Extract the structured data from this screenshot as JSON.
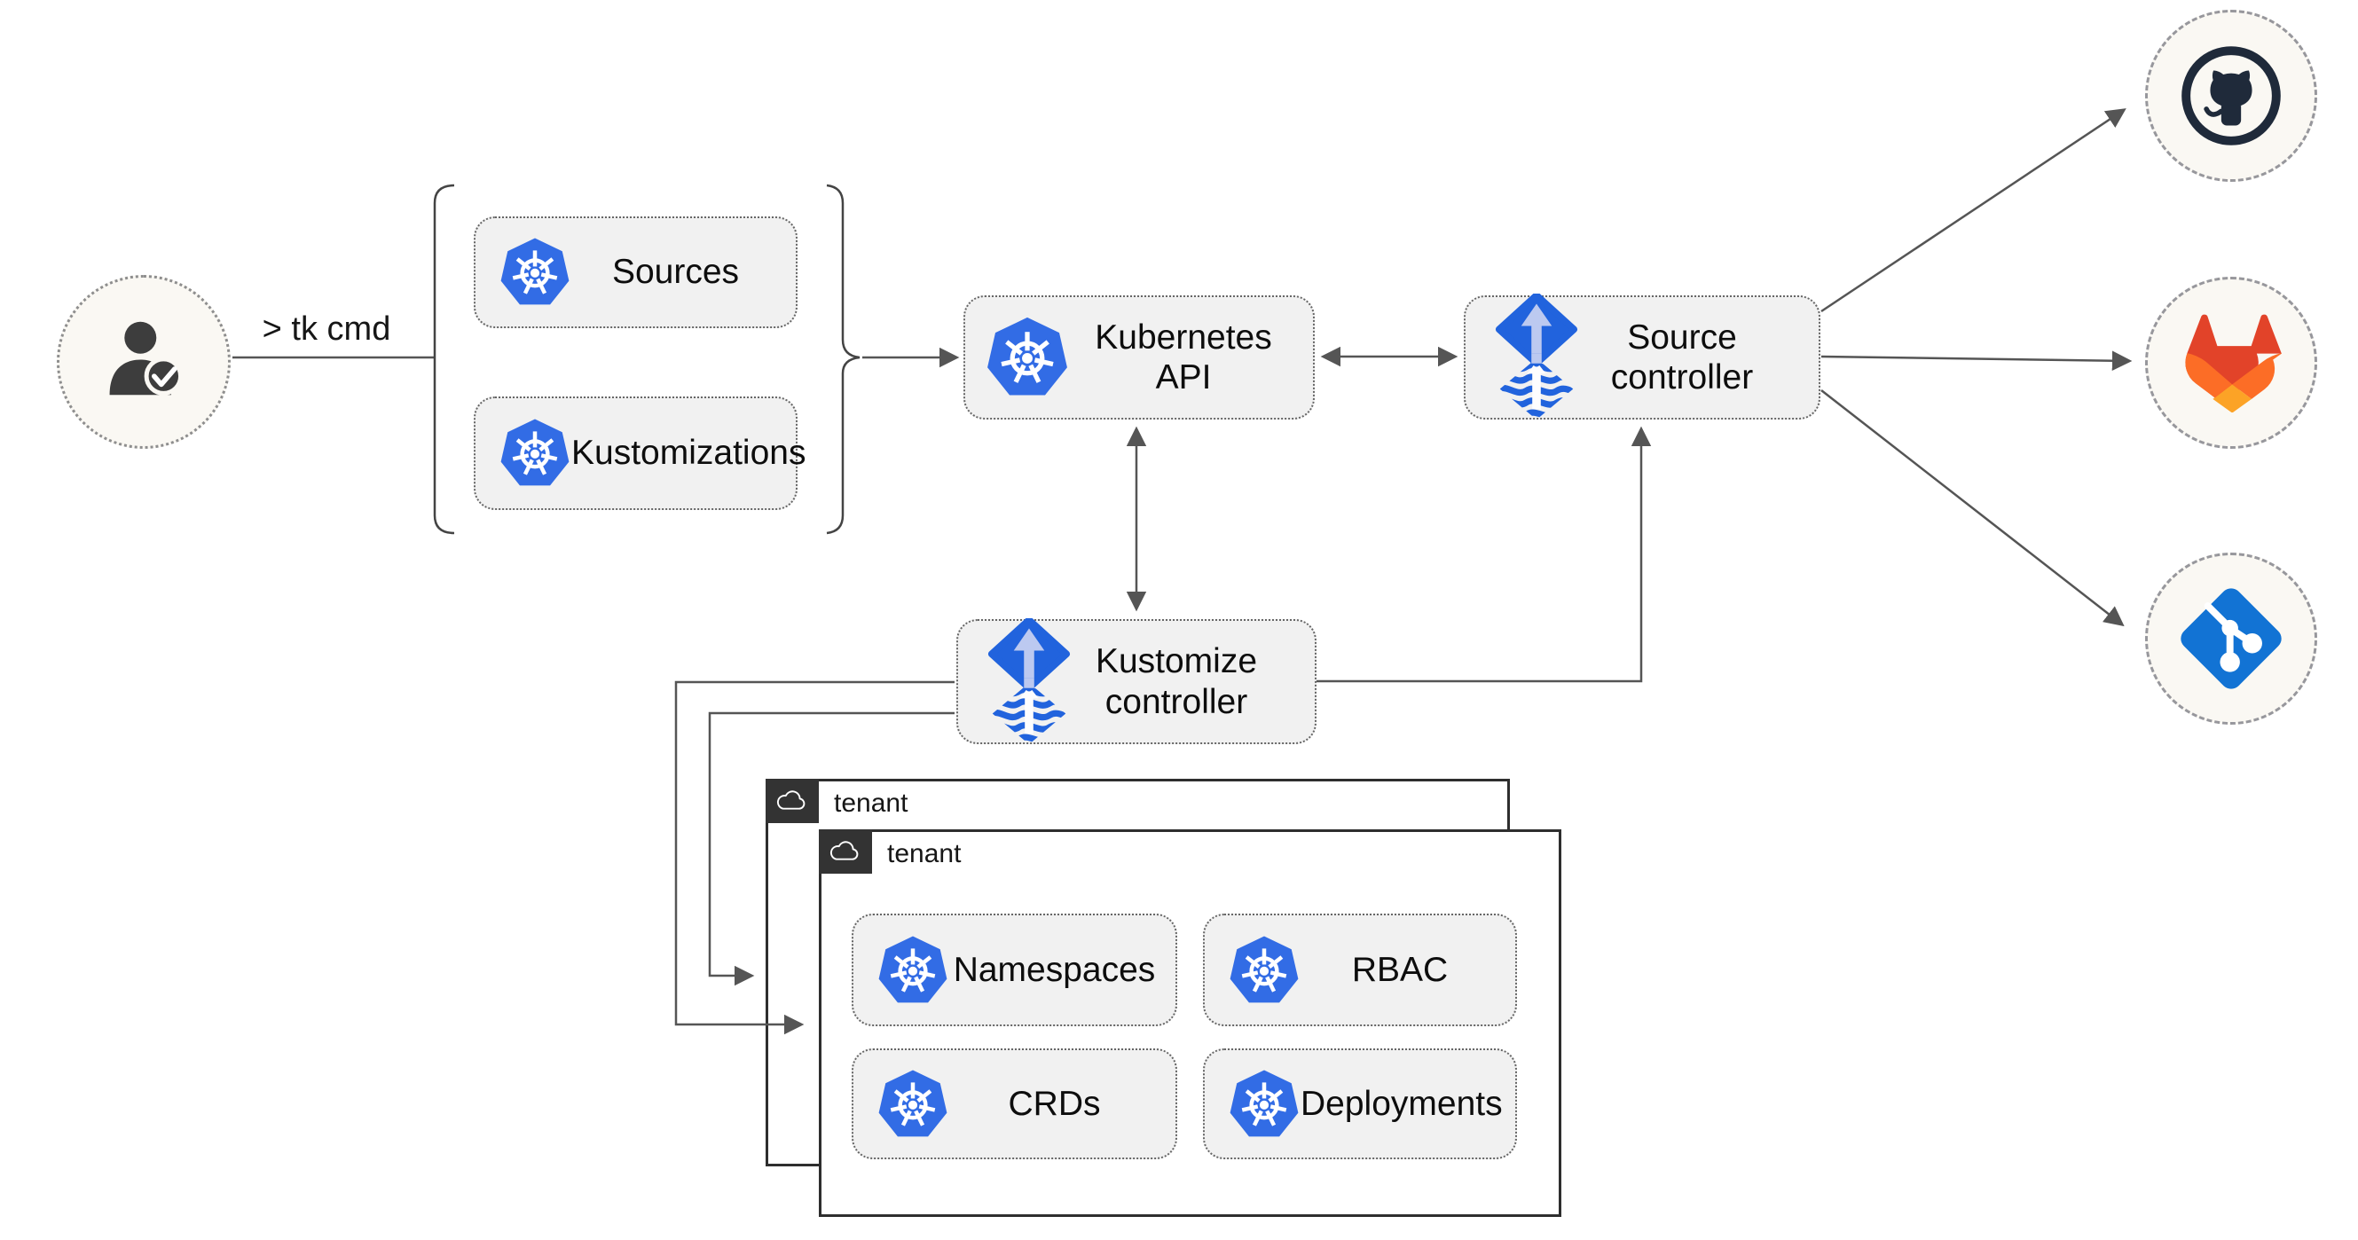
{
  "cli": {
    "label": "> tk cmd"
  },
  "actor": {
    "icon": "user-check-icon"
  },
  "crd_group": {
    "sources": {
      "label": "Sources",
      "icon": "kubernetes-icon"
    },
    "kustomizations": {
      "label": "Kustomizations",
      "icon": "kubernetes-icon"
    }
  },
  "cluster": {
    "kubernetes_api": {
      "label": "Kubernetes API",
      "icon": "kubernetes-icon"
    },
    "source_controller": {
      "label": "Source controller",
      "icon": "flux-icon"
    },
    "kustomize_controller": {
      "label": "Kustomize controller",
      "icon": "flux-icon"
    }
  },
  "tenants": [
    {
      "label": "tenant",
      "icon": "cloud-icon",
      "position": "back"
    },
    {
      "label": "tenant",
      "icon": "cloud-icon",
      "position": "front",
      "resources": [
        {
          "label": "Namespaces",
          "icon": "kubernetes-icon"
        },
        {
          "label": "RBAC",
          "icon": "kubernetes-icon"
        },
        {
          "label": "CRDs",
          "icon": "kubernetes-icon"
        },
        {
          "label": "Deployments",
          "icon": "kubernetes-icon"
        }
      ]
    }
  ],
  "remotes": [
    {
      "name": "github",
      "icon": "github-icon"
    },
    {
      "name": "gitlab",
      "icon": "gitlab-icon"
    },
    {
      "name": "git",
      "icon": "git-icon"
    }
  ],
  "colors": {
    "kubernetes_blue": "#326ce5",
    "flux_blue": "#2163dd",
    "flux_arrow_light": "#bcc9f0",
    "node_fill": "#f1f1f1",
    "node_border": "#666666",
    "connector": "#555555",
    "tenant_tab": "#333333",
    "tenant_border": "#2e2e2e",
    "remote_circle_fill": "#faf8f3",
    "github_dark": "#1f2a3a",
    "gitlab_red": "#e24329",
    "gitlab_orange": "#fc6d26",
    "gitlab_amber": "#fca326",
    "git_blue": "#1273d4",
    "text": "#111111"
  }
}
